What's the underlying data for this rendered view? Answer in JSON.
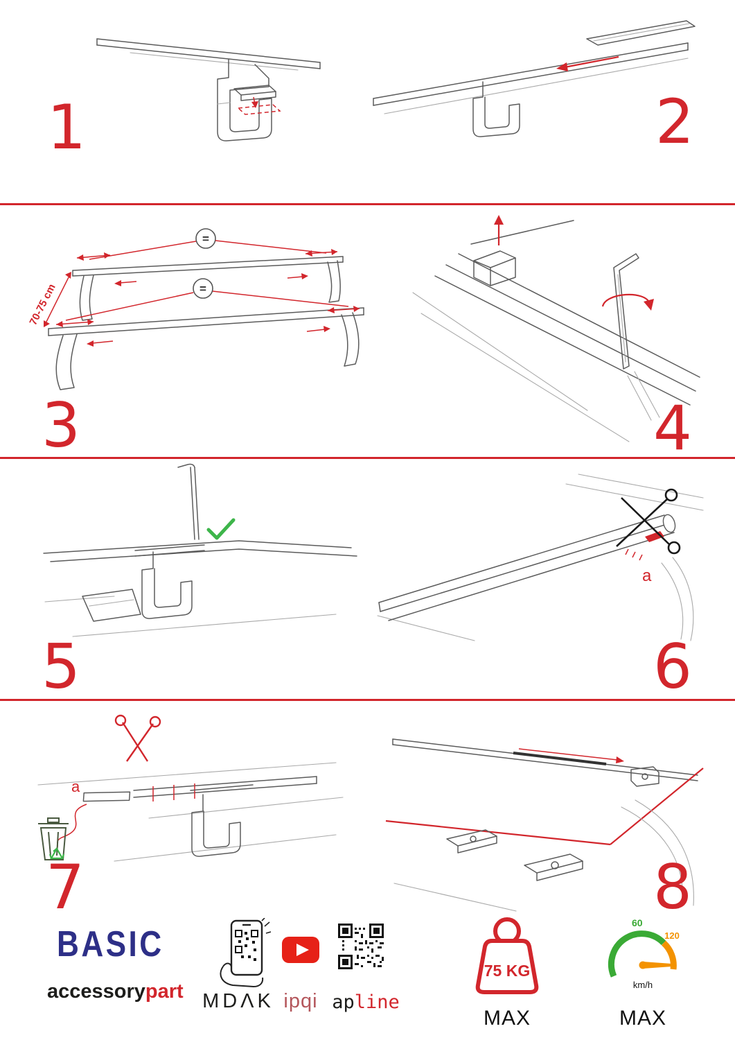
{
  "page": {
    "background": "#ffffff",
    "accent_red": "#d2262c",
    "brand_blue": "#2d2f87",
    "check_green": "#3db54a",
    "speed_green": "#3aaa35",
    "speed_orange": "#f39200",
    "youtube_red": "#e62117"
  },
  "steps": [
    {
      "number": "1"
    },
    {
      "number": "2"
    },
    {
      "number": "3",
      "dimension": "70-75 cm",
      "equal_top": "=",
      "equal_bottom": "="
    },
    {
      "number": "4"
    },
    {
      "number": "5"
    },
    {
      "number": "6",
      "label": "a"
    },
    {
      "number": "7",
      "label": "a"
    },
    {
      "number": "8"
    }
  ],
  "footer": {
    "brand_title": "BASIC",
    "brand_sub": {
      "black": "accessory",
      "red": "part"
    },
    "phone_qr_label": "MDΛK",
    "youtube_label": "ipqi",
    "qr_label": {
      "black": "ap",
      "red": "line"
    },
    "weight_badge": {
      "value": "75 KG",
      "max_label": "MAX"
    },
    "speed_badge": {
      "low": "60",
      "high": "120",
      "unit": "km/h",
      "max_label": "MAX"
    }
  }
}
